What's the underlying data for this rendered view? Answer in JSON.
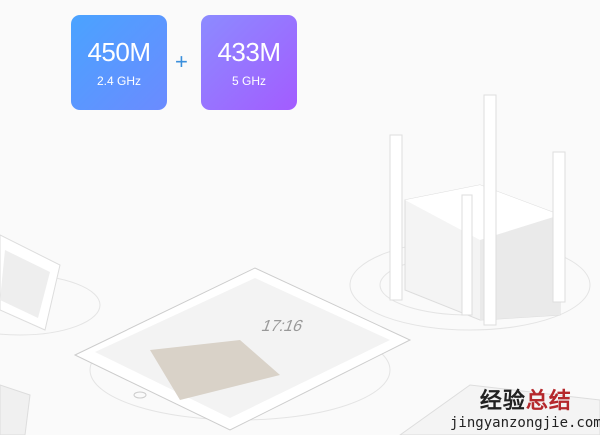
{
  "bands": [
    {
      "speed": "450M",
      "freq": "2.4 GHz"
    },
    {
      "speed": "433M",
      "freq": "5 GHz"
    }
  ],
  "plus": "+",
  "tablet": {
    "clock": "17:16"
  },
  "watermark": {
    "cn_a": "经验",
    "cn_b": "总结",
    "url": "jingyanzongjie.com"
  }
}
